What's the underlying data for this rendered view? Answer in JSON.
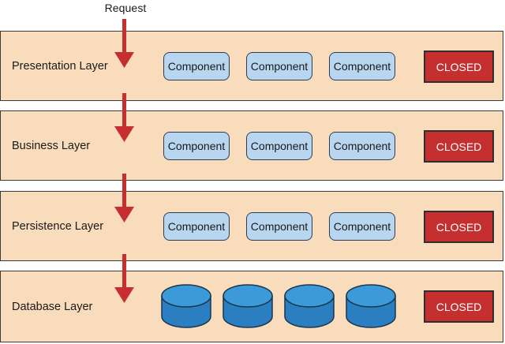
{
  "request_label": "Request",
  "closed_label": "CLOSED",
  "component_label": "Component",
  "layers": [
    {
      "name": "Presentation Layer"
    },
    {
      "name": "Business Layer"
    },
    {
      "name": "Persistence Layer"
    },
    {
      "name": "Database Layer"
    }
  ],
  "colors": {
    "layer_fill": "#f9dcbc",
    "component_fill": "#b8d6f0",
    "closed_fill": "#c62f2f",
    "arrow": "#c62f2f",
    "database_fill": "#2f8fd0"
  },
  "icons": [
    "down-arrow-icon",
    "database-icon"
  ]
}
